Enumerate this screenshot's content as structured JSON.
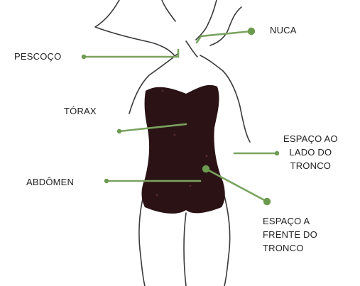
{
  "labels": {
    "nuca": "NUCA",
    "pescoco": "PESCOÇO",
    "torax": "TÓRAX",
    "abdomen": "ABDÔMEN",
    "lado_tronco": "ESPAÇO AO\nLADO DO\nTRONCO",
    "frente_tronco": "ESPAÇO A\nFRENTE DO\nTRONCO"
  },
  "colors": {
    "pointer_line": "#7aa35f",
    "pointer_dot": "#6c9a4f",
    "garment": "#2b1315",
    "outline": "#3a3a3a",
    "text": "#222222"
  }
}
